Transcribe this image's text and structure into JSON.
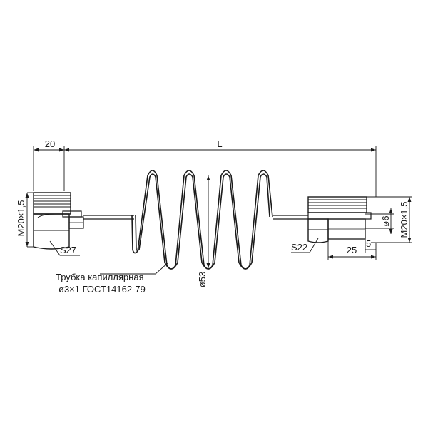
{
  "dimensions": {
    "left_width": "20",
    "total_length": "L",
    "left_thread": "M20×1,5",
    "left_wrench": "S27",
    "right_wrench": "S22",
    "right_length": "25",
    "right_shoulder": "5",
    "bore_diameter": "ø6",
    "right_thread": "M20×1,5",
    "coil_diameter": "ø53"
  },
  "callout": {
    "line1": "Трубка капиллярная",
    "line2": "ø3×1 ГОСТ14162-79"
  }
}
